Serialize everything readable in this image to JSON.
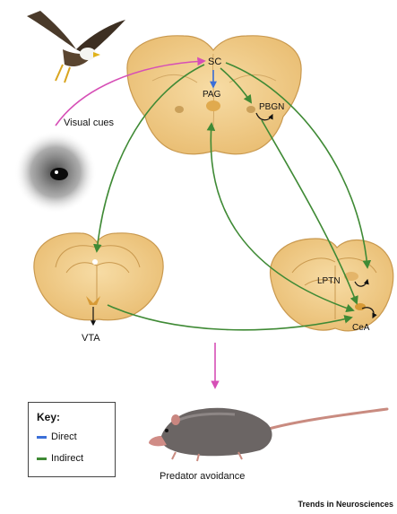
{
  "labels": {
    "sc": "SC",
    "pag": "PAG",
    "pbgn": "PBGN",
    "visual_cues": "Visual cues",
    "lptn": "LPTN",
    "cea": "CeA",
    "vta": "VTA",
    "predator_avoidance": "Predator avoidance"
  },
  "key": {
    "title": "Key:",
    "direct": "Direct",
    "indirect": "Indirect"
  },
  "credit": "Trends in Neurosciences",
  "colors": {
    "direct": "#3b6fd8",
    "indirect": "#3f8a35",
    "visual": "#d64fb6",
    "brain": "#f3cf8e",
    "brain_edge": "#c9994f"
  }
}
